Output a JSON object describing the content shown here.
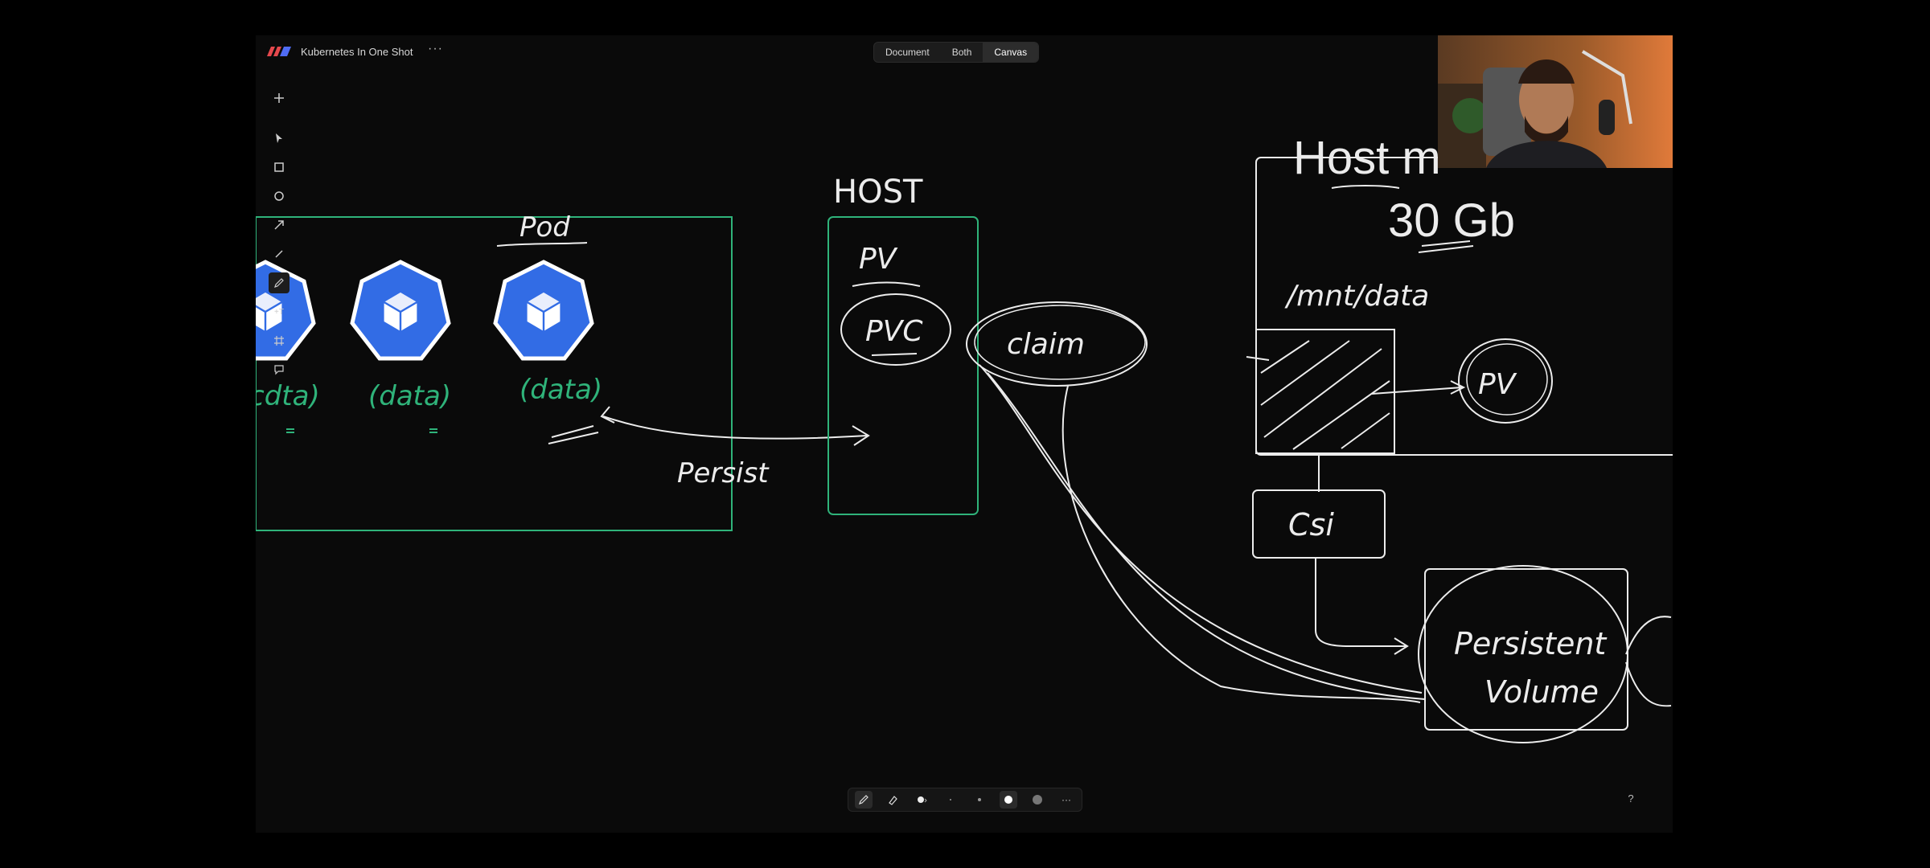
{
  "app": {
    "title": "Kubernetes In One Shot",
    "more_label": "···",
    "view_modes": [
      {
        "label": "Document"
      },
      {
        "label": "Both"
      },
      {
        "label": "Canvas",
        "selected": true
      }
    ]
  },
  "toolbar": {
    "tools": [
      "add-icon",
      "pointer-icon",
      "rectangle-icon",
      "ellipse-icon",
      "arrow-icon",
      "line-icon",
      "pencil-icon",
      "text-icon",
      "frame-icon",
      "comment-icon"
    ],
    "text_tool_label": "+T"
  },
  "bottom_toolbar": {
    "tools": [
      "pen-icon",
      "highlighter-icon",
      "dot-color-icon",
      "small-dot-icon",
      "medium-dot-icon",
      "large-dot-icon",
      "gray-dot-icon",
      "more-icon"
    ],
    "more_label": "···"
  },
  "help_label": "?",
  "canvas": {
    "handwriting": {
      "pod": "Pod",
      "data_partial": "cdta)",
      "data_1": "(data)",
      "data_2": "(data)",
      "persist": "Persist",
      "host": "HOST",
      "pv": "PV",
      "pvc": "PVC",
      "claim": "claim",
      "host_machine_partial": "Host m",
      "capacity": "30 Gb",
      "mount_path": "/mnt/data",
      "pv_circle": "PV",
      "csi": "Csi",
      "persistent": "Persistent",
      "volume": "Volume"
    }
  },
  "colors": {
    "accent_green": "#2fb37a",
    "k8s_blue": "#326ce5",
    "ink_white": "#ececec",
    "background": "#0a0a0a"
  }
}
